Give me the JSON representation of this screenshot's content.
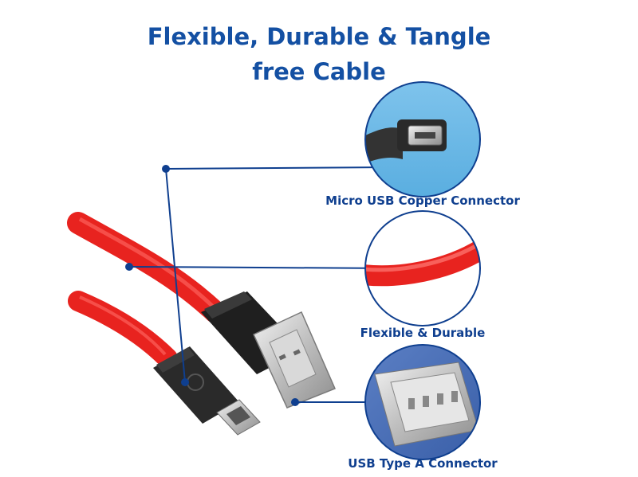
{
  "title": {
    "line1": "Flexible, Durable & Tangle",
    "line2": "free Cable"
  },
  "callouts": [
    {
      "label": "Micro USB Copper Connector",
      "icon": "micro-usb-connector"
    },
    {
      "label": "Flexible & Durable",
      "icon": "red-cable"
    },
    {
      "label": "USB Type A Connector",
      "icon": "usb-a-connector"
    }
  ],
  "colors": {
    "accent": "#1450a3",
    "cable": "#e8231f",
    "connector": "#222222",
    "leader": "#0f3f8f"
  }
}
